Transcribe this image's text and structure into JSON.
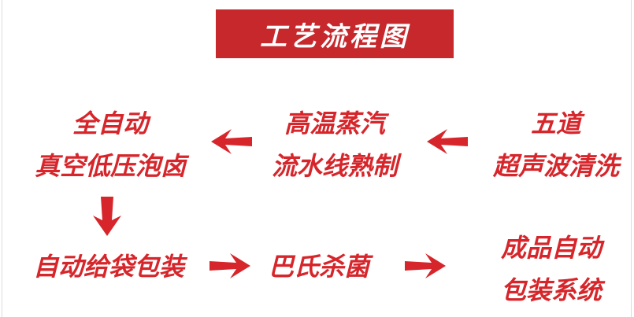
{
  "title": "工艺流程图",
  "colors": {
    "accent": "#c7282c",
    "text": "#d6262b",
    "title_text": "#ffffff"
  },
  "steps": [
    {
      "id": "cleaning",
      "lines": [
        "五道",
        "超声波清洗"
      ]
    },
    {
      "id": "steaming",
      "lines": [
        "高温蒸汽",
        "流水线熟制"
      ]
    },
    {
      "id": "marinating",
      "lines": [
        "全自动",
        "真空低压泡卤"
      ]
    },
    {
      "id": "bagging",
      "lines": [
        "自动给袋包装"
      ]
    },
    {
      "id": "sterilizing",
      "lines": [
        "巴氏杀菌"
      ]
    },
    {
      "id": "packaging",
      "lines": [
        "成品自动",
        "包装系统"
      ]
    }
  ],
  "arrows": [
    {
      "from": "cleaning",
      "to": "steaming",
      "direction": "left"
    },
    {
      "from": "steaming",
      "to": "marinating",
      "direction": "left"
    },
    {
      "from": "marinating",
      "to": "bagging",
      "direction": "down"
    },
    {
      "from": "bagging",
      "to": "sterilizing",
      "direction": "right"
    },
    {
      "from": "sterilizing",
      "to": "packaging",
      "direction": "right"
    }
  ]
}
